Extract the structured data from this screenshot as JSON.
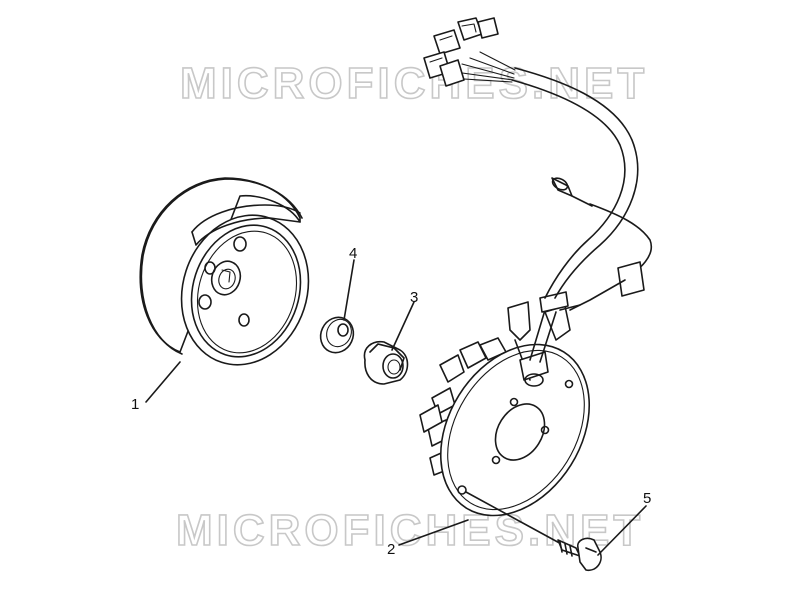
{
  "watermark": {
    "text": "MICROFICHES.NET"
  },
  "callouts": [
    {
      "id": "1",
      "label": "1",
      "part": "flywheel-rotor"
    },
    {
      "id": "2",
      "label": "2",
      "part": "stator-assembly"
    },
    {
      "id": "3",
      "label": "3",
      "part": "flange-nut"
    },
    {
      "id": "4",
      "label": "4",
      "part": "washer"
    },
    {
      "id": "5",
      "label": "5",
      "part": "bolt"
    }
  ],
  "colors": {
    "line": "#1a1a1a",
    "watermark": "#c8c8c8",
    "background": "#ffffff"
  }
}
